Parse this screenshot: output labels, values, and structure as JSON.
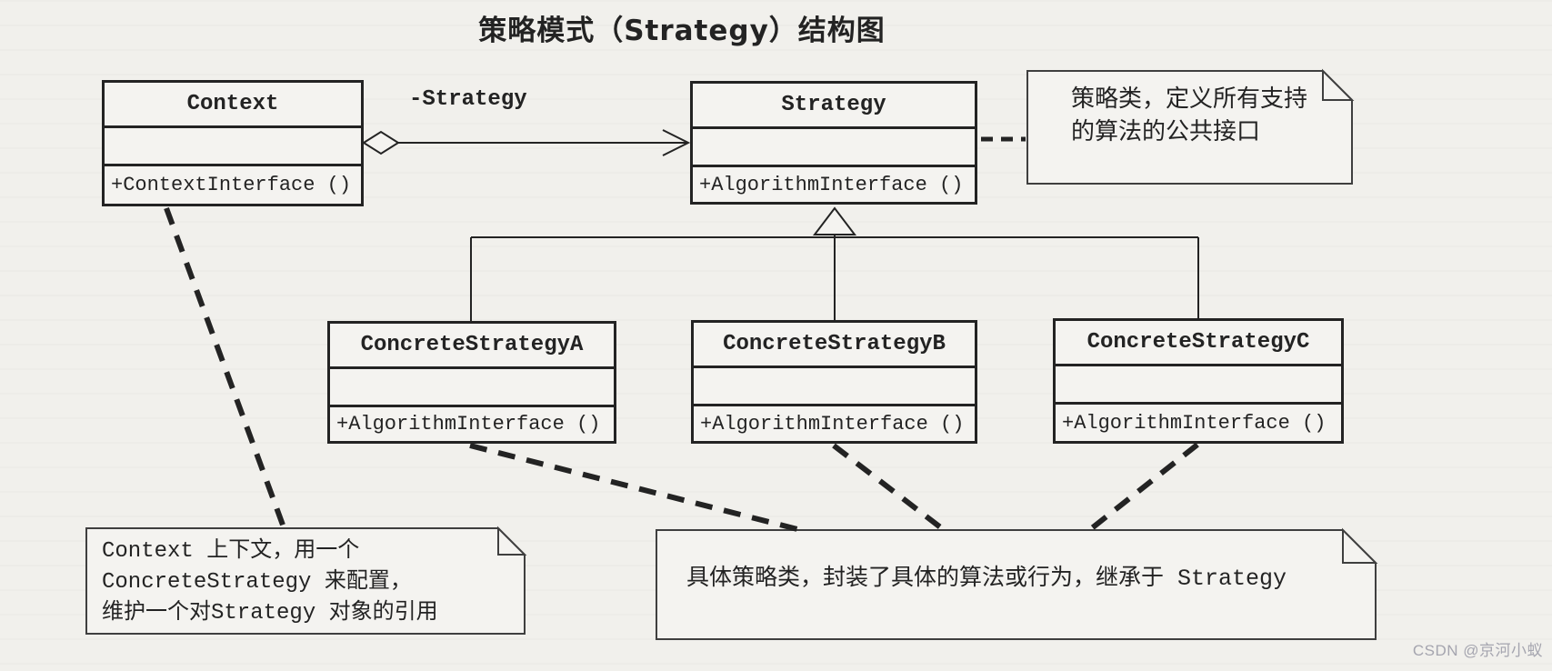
{
  "title": "策略模式（Strategy）结构图",
  "classes": {
    "context": {
      "name": "Context",
      "method": "+ContextInterface ()"
    },
    "strategy": {
      "name": "Strategy",
      "method": "+AlgorithmInterface ()"
    },
    "concrete_a": {
      "name": "ConcreteStrategyA",
      "method": "+AlgorithmInterface ()"
    },
    "concrete_b": {
      "name": "ConcreteStrategyB",
      "method": "+AlgorithmInterface ()"
    },
    "concrete_c": {
      "name": "ConcreteStrategyC",
      "method": "+AlgorithmInterface ()"
    }
  },
  "relations": {
    "aggregation_label": "-Strategy"
  },
  "notes": {
    "strategy_note": {
      "lines": [
        "策略类，定义所有支持",
        "的算法的公共接口"
      ]
    },
    "context_note": {
      "lines": [
        "Context 上下文，用一个",
        "ConcreteStrategy 来配置，",
        "维护一个对Strategy 对象的引用"
      ]
    },
    "concrete_note": {
      "lines": [
        "具体策略类，封装了具体的算法或行为，继承于 Strategy"
      ]
    }
  },
  "watermark": "CSDN @京河小蚁",
  "colors": {
    "background": "#f1f0ec",
    "paper": "#f4f3f0",
    "line": "#232323",
    "note_border": "#3f3f3f",
    "watermark": "#a5a5af"
  }
}
